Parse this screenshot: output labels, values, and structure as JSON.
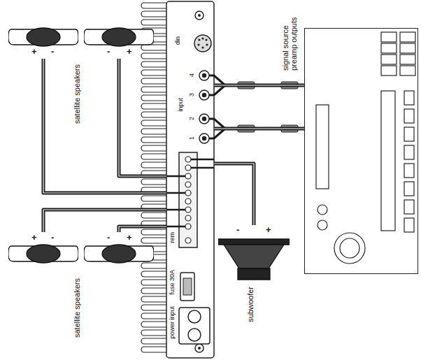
{
  "diagram": {
    "nodes": [
      {
        "text": [
          "din",
          "4",
          "3",
          "2",
          "1",
          "input",
          "rem",
          "fuse 30A",
          "power input"
        ]
      },
      {
        "text": [
          "signal source preamp outputs"
        ]
      },
      {
        "text": [
          "+",
          "-"
        ]
      },
      {
        "text": [
          "-",
          "+"
        ]
      },
      {
        "text": [
          "+",
          "-"
        ]
      },
      {
        "text": [
          "-",
          "+"
        ]
      },
      {
        "text": [
          "subwoofer",
          "-",
          "+"
        ]
      }
    ],
    "edges": [
      {
        "from": 0,
        "to": 1,
        "arrow": "none"
      },
      {
        "from": 0,
        "to": 1,
        "arrow": "none"
      },
      {
        "from": 0,
        "to": 2,
        "arrow": "none"
      },
      {
        "from": 0,
        "to": 3,
        "arrow": "none"
      },
      {
        "from": 0,
        "to": 4,
        "arrow": "none"
      },
      {
        "from": 0,
        "to": 5,
        "arrow": "none"
      },
      {
        "from": 0,
        "to": 6,
        "arrow": "none"
      }
    ],
    "labels": [
      "satellite speakers",
      "satellite speakers"
    ]
  }
}
